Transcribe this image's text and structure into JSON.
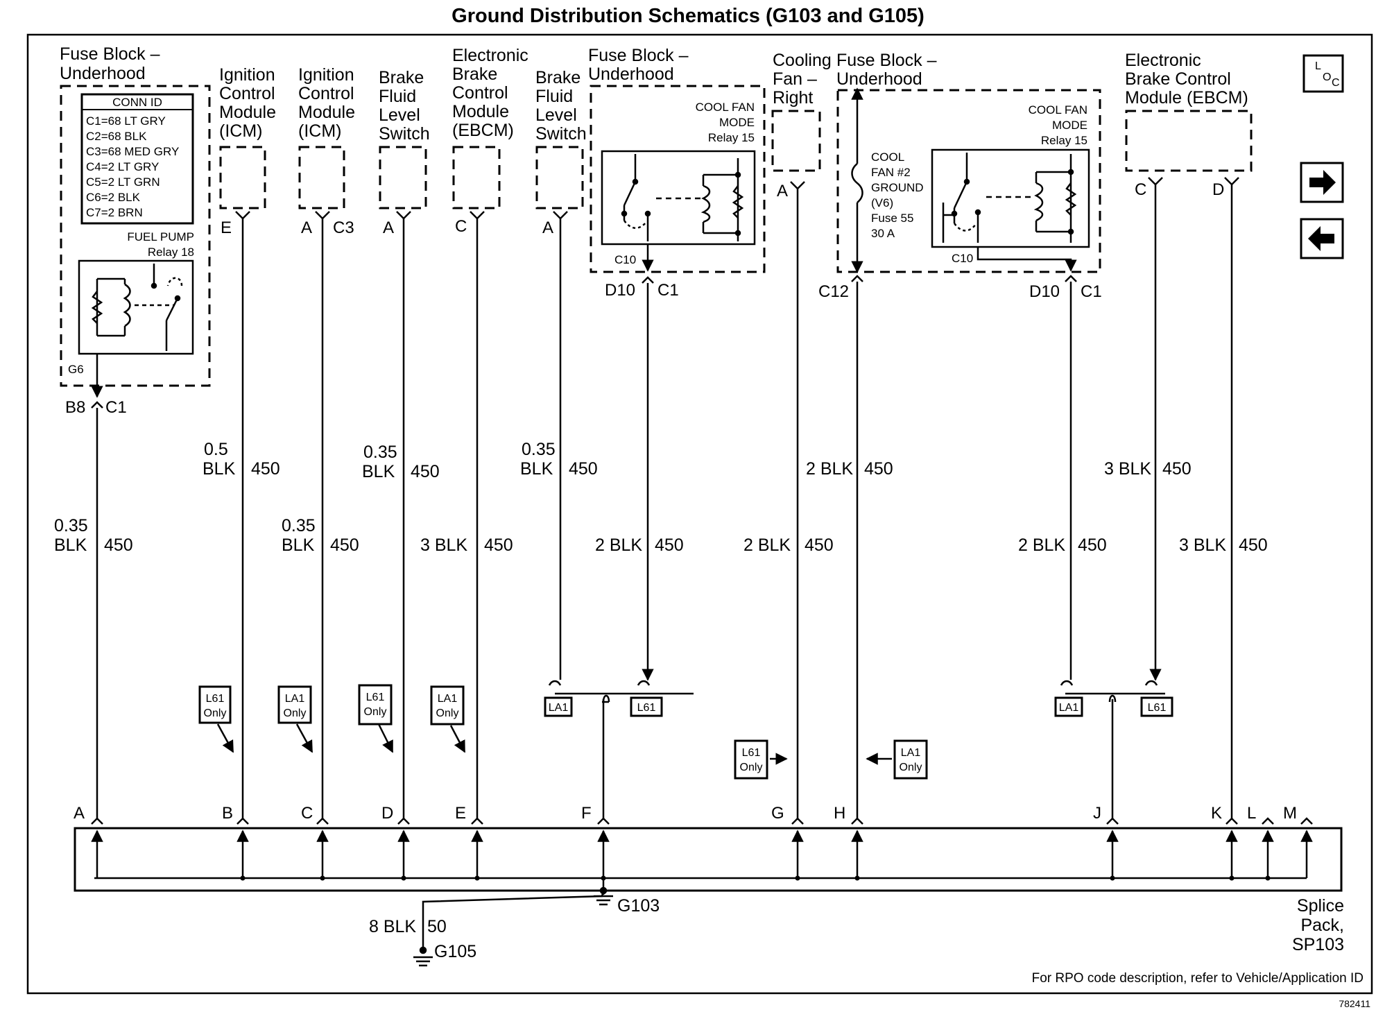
{
  "title": "Ground Distribution Schematics (G103 and G105)",
  "loc_icon": {
    "label_top": "L",
    "label_bottom": "O C",
    "name": "location-icon"
  },
  "nav": {
    "next": "right-arrow-icon",
    "prev": "left-arrow-icon"
  },
  "components": {
    "fuse_block_left": {
      "line1": "Fuse Block –",
      "line2": "Underhood"
    },
    "conn_id": {
      "header": "CONN ID",
      "rows": [
        "C1=68 LT GRY",
        "C2=68 BLK",
        "C3=68 MED GRY",
        "C4=2 LT GRY",
        "C5=2 LT GRN",
        "C6=2 BLK",
        "C7=2 BRN"
      ]
    },
    "fuel_pump_relay": {
      "line1": "FUEL PUMP",
      "line2": "Relay 18"
    },
    "icm1": {
      "lines": [
        "Ignition",
        "Control",
        "Module",
        "(ICM)"
      ]
    },
    "icm2": {
      "lines": [
        "Ignition",
        "Control",
        "Module",
        "(ICM)"
      ]
    },
    "bfls1": {
      "lines": [
        "Brake",
        "Fluid",
        "Level",
        "Switch"
      ]
    },
    "ebcm1": {
      "lines": [
        "Electronic",
        "Brake",
        "Control",
        "Module",
        "(EBCM)"
      ]
    },
    "bfls2": {
      "lines": [
        "Brake",
        "Fluid",
        "Level",
        "Switch"
      ]
    },
    "fuse_block_mid": {
      "line1": "Fuse Block –",
      "line2": "Underhood"
    },
    "cool_fan_relay_1": {
      "line1": "COOL FAN",
      "line2": "MODE",
      "line3": "Relay 15"
    },
    "cooling_fan_right": {
      "lines": [
        "Cooling",
        "Fan –",
        "Right"
      ]
    },
    "fuse_block_right": {
      "line1": "Fuse Block –",
      "line2": "Underhood"
    },
    "cool_fan_relay_2": {
      "line1": "COOL FAN",
      "line2": "MODE",
      "line3": "Relay 15"
    },
    "fuse55": {
      "lines": [
        "COOL",
        "FAN #2",
        "GROUND",
        "(V6)",
        "Fuse 55",
        "30 A"
      ]
    },
    "ebcm2": {
      "lines": [
        "Electronic",
        "Brake Control",
        "Module (EBCM)"
      ]
    }
  },
  "pins": {
    "g6": "G6",
    "b8": "B8",
    "c1a": "C1",
    "e_icm": "E",
    "a_icm": "A",
    "c3": "C3",
    "a_bfls": "A",
    "c_ebcm": "C",
    "a_bfls2": "A",
    "c10a": "C10",
    "d10a": "D10",
    "c1b": "C1",
    "a_fan": "A",
    "c12": "C12",
    "c10b": "C10",
    "d10b": "D10",
    "c1c": "C1",
    "c_ebcm2": "C",
    "d_ebcm2": "D"
  },
  "wires": {
    "w1": {
      "size": "0.35",
      "color": "BLK",
      "circuit": "450"
    },
    "w2": {
      "size": "0.5",
      "color": "BLK",
      "circuit": "450"
    },
    "w3": {
      "size": "0.35",
      "color": "BLK",
      "circuit": "450"
    },
    "w4": {
      "size": "0.35",
      "color": "BLK",
      "circuit": "450"
    },
    "w5": {
      "label": "3 BLK",
      "circuit": "450"
    },
    "w6": {
      "size": "0.35",
      "color": "BLK",
      "circuit": "450"
    },
    "w7": {
      "label": "2 BLK",
      "circuit": "450"
    },
    "w8a": {
      "label": "2 BLK",
      "circuit": "450"
    },
    "w8b": {
      "label": "2 BLK",
      "circuit": "450"
    },
    "w9": {
      "label": "2 BLK",
      "circuit": "450"
    },
    "w10a": {
      "label": "3 BLK",
      "circuit": "450"
    },
    "w10b": {
      "label": "3 BLK",
      "circuit": "450"
    },
    "g105": {
      "label": "8 BLK",
      "circuit": "50"
    }
  },
  "rpo": {
    "b1": {
      "line1": "L61",
      "line2": "Only"
    },
    "b2": {
      "line1": "LA1",
      "line2": "Only"
    },
    "b3": {
      "line1": "L61",
      "line2": "Only"
    },
    "b4": {
      "line1": "LA1",
      "line2": "Only"
    },
    "b5": {
      "line1": "L61",
      "line2": "Only"
    },
    "b6": {
      "line1": "LA1",
      "line2": "Only"
    },
    "la1a": "LA1",
    "l61a": "L61",
    "la1b": "LA1",
    "l61b": "L61"
  },
  "splice": {
    "pins": [
      "A",
      "B",
      "C",
      "D",
      "E",
      "F",
      "G",
      "H",
      "J",
      "K",
      "L",
      "M"
    ],
    "label_lines": [
      "Splice",
      "Pack,",
      "SP103"
    ]
  },
  "grounds": {
    "g103": "G103",
    "g105": "G105"
  },
  "footer": {
    "note": "For RPO code description, refer to Vehicle/Application ID",
    "number": "782411"
  }
}
